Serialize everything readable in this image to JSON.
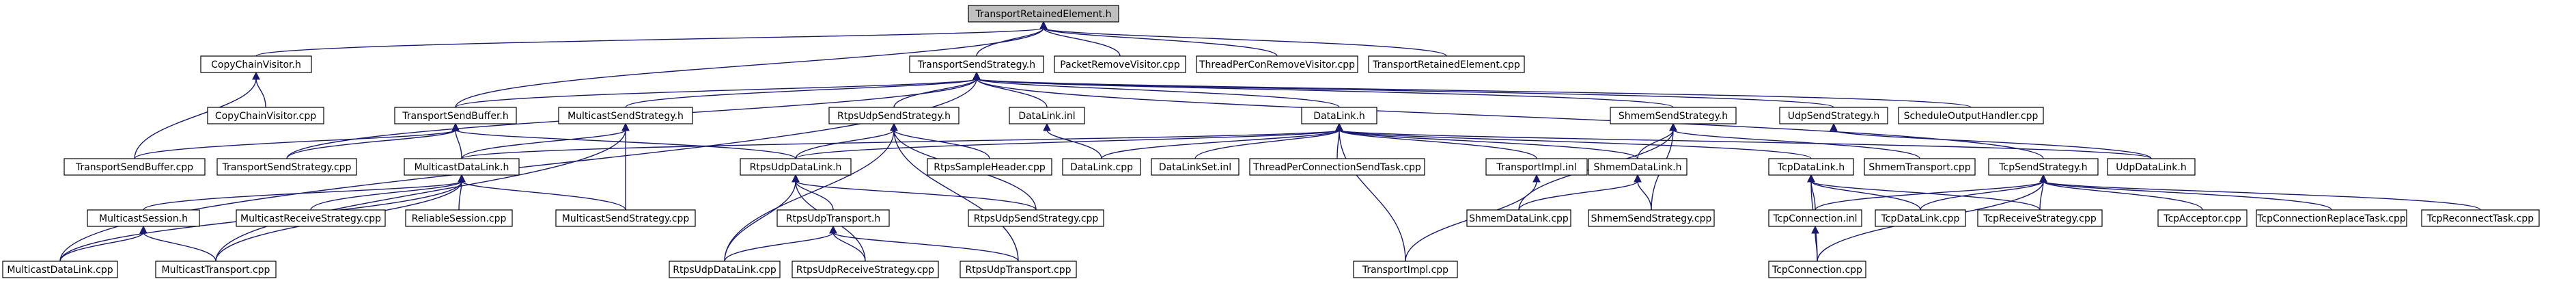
{
  "graph": {
    "root": "TransportRetainedElement.h",
    "colors": {
      "root_fill": "#bfbfbf",
      "node_fill": "#ffffff",
      "node_border": "#000000",
      "missing_border": "#ff0000",
      "edge": "#191970",
      "text": "#000000"
    },
    "nodes": [
      {
        "id": "TransportRetainedElement_h",
        "label": "TransportRetainedElement.h",
        "style": "root"
      },
      {
        "id": "CopyChainVisitor_h",
        "label": "CopyChainVisitor.h",
        "style": "normal"
      },
      {
        "id": "TransportSendStrategy_h",
        "label": "TransportSendStrategy.h",
        "style": "normal"
      },
      {
        "id": "PacketRemoveVisitor_cpp",
        "label": "PacketRemoveVisitor.cpp",
        "style": "normal"
      },
      {
        "id": "ThreadPerConRemoveVisitor_cpp",
        "label": "ThreadPerConRemoveVisitor.cpp",
        "style": "normal"
      },
      {
        "id": "TransportRetainedElement_cpp",
        "label": "TransportRetainedElement.cpp",
        "style": "normal"
      },
      {
        "id": "CopyChainVisitor_cpp",
        "label": "CopyChainVisitor.cpp",
        "style": "normal"
      },
      {
        "id": "TransportSendBuffer_h",
        "label": "TransportSendBuffer.h",
        "style": "normal"
      },
      {
        "id": "MulticastSendStrategy_h",
        "label": "MulticastSendStrategy.h",
        "style": "normal"
      },
      {
        "id": "RtpsUdpSendStrategy_h",
        "label": "RtpsUdpSendStrategy.h",
        "style": "normal"
      },
      {
        "id": "DataLink_inl",
        "label": "DataLink.inl",
        "style": "normal"
      },
      {
        "id": "DataLink_h",
        "label": "DataLink.h",
        "style": "normal"
      },
      {
        "id": "ShmemSendStrategy_h",
        "label": "ShmemSendStrategy.h",
        "style": "normal"
      },
      {
        "id": "UdpSendStrategy_h",
        "label": "UdpSendStrategy.h",
        "style": "missing"
      },
      {
        "id": "ScheduleOutputHandler_cpp",
        "label": "ScheduleOutputHandler.cpp",
        "style": "normal"
      },
      {
        "id": "TransportSendBuffer_cpp",
        "label": "TransportSendBuffer.cpp",
        "style": "normal"
      },
      {
        "id": "TransportSendStrategy_cpp",
        "label": "TransportSendStrategy.cpp",
        "style": "normal"
      },
      {
        "id": "MulticastDataLink_h",
        "label": "MulticastDataLink.h",
        "style": "normal"
      },
      {
        "id": "RtpsUdpDataLink_h",
        "label": "RtpsUdpDataLink.h",
        "style": "normal"
      },
      {
        "id": "RtpsSampleHeader_cpp",
        "label": "RtpsSampleHeader.cpp",
        "style": "normal"
      },
      {
        "id": "DataLink_cpp",
        "label": "DataLink.cpp",
        "style": "normal"
      },
      {
        "id": "DataLinkSet_inl",
        "label": "DataLinkSet.inl",
        "style": "missing"
      },
      {
        "id": "ThreadPerConnectionSendTask_cpp",
        "label": "ThreadPerConnectionSendTask.cpp",
        "style": "normal"
      },
      {
        "id": "TransportImpl_inl",
        "label": "TransportImpl.inl",
        "style": "normal"
      },
      {
        "id": "ShmemDataLink_h",
        "label": "ShmemDataLink.h",
        "style": "missing"
      },
      {
        "id": "TcpDataLink_h",
        "label": "TcpDataLink.h",
        "style": "missing"
      },
      {
        "id": "ShmemTransport_cpp",
        "label": "ShmemTransport.cpp",
        "style": "normal"
      },
      {
        "id": "TcpSendStrategy_h",
        "label": "TcpSendStrategy.h",
        "style": "missing"
      },
      {
        "id": "UdpDataLink_h",
        "label": "UdpDataLink.h",
        "style": "missing"
      },
      {
        "id": "MulticastSession_h",
        "label": "MulticastSession.h",
        "style": "missing"
      },
      {
        "id": "MulticastReceiveStrategy_cpp",
        "label": "MulticastReceiveStrategy.cpp",
        "style": "normal"
      },
      {
        "id": "ReliableSession_cpp",
        "label": "ReliableSession.cpp",
        "style": "normal"
      },
      {
        "id": "MulticastSendStrategy_cpp",
        "label": "MulticastSendStrategy.cpp",
        "style": "normal"
      },
      {
        "id": "RtpsUdpTransport_h",
        "label": "RtpsUdpTransport.h",
        "style": "missing"
      },
      {
        "id": "RtpsUdpSendStrategy_cpp",
        "label": "RtpsUdpSendStrategy.cpp",
        "style": "normal"
      },
      {
        "id": "TransportImpl_cpp",
        "label": "TransportImpl.cpp",
        "style": "normal"
      },
      {
        "id": "ShmemDataLink_cpp",
        "label": "ShmemDataLink.cpp",
        "style": "normal"
      },
      {
        "id": "ShmemSendStrategy_cpp",
        "label": "ShmemSendStrategy.cpp",
        "style": "normal"
      },
      {
        "id": "TcpConnection_inl",
        "label": "TcpConnection.inl",
        "style": "normal"
      },
      {
        "id": "TcpDataLink_cpp",
        "label": "TcpDataLink.cpp",
        "style": "normal"
      },
      {
        "id": "TcpReceiveStrategy_cpp",
        "label": "TcpReceiveStrategy.cpp",
        "style": "normal"
      },
      {
        "id": "TcpAcceptor_cpp",
        "label": "TcpAcceptor.cpp",
        "style": "normal"
      },
      {
        "id": "TcpConnectionReplaceTask_cpp",
        "label": "TcpConnectionReplaceTask.cpp",
        "style": "normal"
      },
      {
        "id": "TcpReconnectTask_cpp",
        "label": "TcpReconnectTask.cpp",
        "style": "normal"
      },
      {
        "id": "MulticastDataLink_cpp",
        "label": "MulticastDataLink.cpp",
        "style": "normal"
      },
      {
        "id": "MulticastTransport_cpp",
        "label": "MulticastTransport.cpp",
        "style": "normal"
      },
      {
        "id": "RtpsUdpDataLink_cpp",
        "label": "RtpsUdpDataLink.cpp",
        "style": "normal"
      },
      {
        "id": "RtpsUdpReceiveStrategy_cpp",
        "label": "RtpsUdpReceiveStrategy.cpp",
        "style": "normal"
      },
      {
        "id": "RtpsUdpTransport_cpp",
        "label": "RtpsUdpTransport.cpp",
        "style": "normal"
      },
      {
        "id": "TcpConnection_cpp",
        "label": "TcpConnection.cpp",
        "style": "normal"
      }
    ],
    "edges": [
      [
        "CopyChainVisitor_h",
        "TransportRetainedElement_h"
      ],
      [
        "TransportSendStrategy_h",
        "TransportRetainedElement_h"
      ],
      [
        "PacketRemoveVisitor_cpp",
        "TransportRetainedElement_h"
      ],
      [
        "ThreadPerConRemoveVisitor_cpp",
        "TransportRetainedElement_h"
      ],
      [
        "TransportRetainedElement_cpp",
        "TransportRetainedElement_h"
      ],
      [
        "TransportSendBuffer_h",
        "TransportRetainedElement_h"
      ],
      [
        "CopyChainVisitor_cpp",
        "CopyChainVisitor_h"
      ],
      [
        "TransportSendBuffer_cpp",
        "CopyChainVisitor_h"
      ],
      [
        "TransportSendBuffer_h",
        "TransportSendStrategy_h"
      ],
      [
        "MulticastSendStrategy_h",
        "TransportSendStrategy_h"
      ],
      [
        "RtpsUdpSendStrategy_h",
        "TransportSendStrategy_h"
      ],
      [
        "DataLink_inl",
        "TransportSendStrategy_h"
      ],
      [
        "DataLink_h",
        "TransportSendStrategy_h"
      ],
      [
        "ShmemSendStrategy_h",
        "TransportSendStrategy_h"
      ],
      [
        "UdpSendStrategy_h",
        "TransportSendStrategy_h"
      ],
      [
        "ScheduleOutputHandler_cpp",
        "TransportSendStrategy_h"
      ],
      [
        "TransportSendStrategy_cpp",
        "TransportSendStrategy_h"
      ],
      [
        "TcpSendStrategy_h",
        "TransportSendStrategy_h"
      ],
      [
        "MulticastDataLink_cpp",
        "TransportSendStrategy_h"
      ],
      [
        "TransportSendBuffer_cpp",
        "TransportSendBuffer_h"
      ],
      [
        "TransportSendStrategy_cpp",
        "TransportSendBuffer_h"
      ],
      [
        "MulticastDataLink_h",
        "TransportSendBuffer_h"
      ],
      [
        "RtpsUdpDataLink_h",
        "TransportSendBuffer_h"
      ],
      [
        "MulticastDataLink_h",
        "MulticastSendStrategy_h"
      ],
      [
        "MulticastSendStrategy_cpp",
        "MulticastSendStrategy_h"
      ],
      [
        "MulticastTransport_cpp",
        "MulticastSendStrategy_h"
      ],
      [
        "RtpsUdpDataLink_h",
        "RtpsUdpSendStrategy_h"
      ],
      [
        "RtpsSampleHeader_cpp",
        "RtpsUdpSendStrategy_h"
      ],
      [
        "RtpsUdpSendStrategy_cpp",
        "RtpsUdpSendStrategy_h"
      ],
      [
        "RtpsUdpTransport_cpp",
        "RtpsUdpSendStrategy_h"
      ],
      [
        "RtpsUdpDataLink_cpp",
        "RtpsUdpSendStrategy_h"
      ],
      [
        "DataLink_cpp",
        "DataLink_inl"
      ],
      [
        "MulticastDataLink_h",
        "DataLink_h"
      ],
      [
        "RtpsUdpDataLink_h",
        "DataLink_h"
      ],
      [
        "DataLink_cpp",
        "DataLink_h"
      ],
      [
        "DataLinkSet_inl",
        "DataLink_h"
      ],
      [
        "ThreadPerConnectionSendTask_cpp",
        "DataLink_h"
      ],
      [
        "TransportImpl_inl",
        "DataLink_h"
      ],
      [
        "ShmemDataLink_h",
        "DataLink_h"
      ],
      [
        "TcpDataLink_h",
        "DataLink_h"
      ],
      [
        "UdpDataLink_h",
        "DataLink_h"
      ],
      [
        "TransportImpl_cpp",
        "DataLink_h"
      ],
      [
        "ShmemDataLink_h",
        "ShmemSendStrategy_h"
      ],
      [
        "ShmemDataLink_cpp",
        "ShmemSendStrategy_h"
      ],
      [
        "ShmemSendStrategy_cpp",
        "ShmemSendStrategy_h"
      ],
      [
        "ShmemTransport_cpp",
        "ShmemSendStrategy_h"
      ],
      [
        "UdpDataLink_h",
        "UdpSendStrategy_h"
      ],
      [
        "MulticastSession_h",
        "MulticastDataLink_h"
      ],
      [
        "MulticastReceiveStrategy_cpp",
        "MulticastDataLink_h"
      ],
      [
        "ReliableSession_cpp",
        "MulticastDataLink_h"
      ],
      [
        "MulticastSendStrategy_cpp",
        "MulticastDataLink_h"
      ],
      [
        "MulticastDataLink_cpp",
        "MulticastDataLink_h"
      ],
      [
        "MulticastTransport_cpp",
        "MulticastDataLink_h"
      ],
      [
        "MulticastDataLink_cpp",
        "MulticastSession_h"
      ],
      [
        "MulticastTransport_cpp",
        "MulticastSession_h"
      ],
      [
        "RtpsUdpTransport_h",
        "RtpsUdpDataLink_h"
      ],
      [
        "RtpsUdpSendStrategy_cpp",
        "RtpsUdpDataLink_h"
      ],
      [
        "RtpsUdpDataLink_cpp",
        "RtpsUdpDataLink_h"
      ],
      [
        "RtpsUdpReceiveStrategy_cpp",
        "RtpsUdpDataLink_h"
      ],
      [
        "RtpsUdpDataLink_cpp",
        "RtpsUdpTransport_h"
      ],
      [
        "RtpsUdpReceiveStrategy_cpp",
        "RtpsUdpTransport_h"
      ],
      [
        "RtpsUdpTransport_cpp",
        "RtpsUdpTransport_h"
      ],
      [
        "TransportImpl_cpp",
        "TransportImpl_inl"
      ],
      [
        "ShmemDataLink_cpp",
        "ShmemDataLink_h"
      ],
      [
        "ShmemSendStrategy_cpp",
        "ShmemDataLink_h"
      ],
      [
        "TcpConnection_inl",
        "TcpDataLink_h"
      ],
      [
        "TcpDataLink_cpp",
        "TcpDataLink_h"
      ],
      [
        "TcpReceiveStrategy_cpp",
        "TcpDataLink_h"
      ],
      [
        "TcpConnection_cpp",
        "TcpDataLink_h"
      ],
      [
        "TcpConnection_inl",
        "TcpSendStrategy_h"
      ],
      [
        "TcpDataLink_cpp",
        "TcpSendStrategy_h"
      ],
      [
        "TcpReceiveStrategy_cpp",
        "TcpSendStrategy_h"
      ],
      [
        "TcpAcceptor_cpp",
        "TcpSendStrategy_h"
      ],
      [
        "TcpConnectionReplaceTask_cpp",
        "TcpSendStrategy_h"
      ],
      [
        "TcpReconnectTask_cpp",
        "TcpSendStrategy_h"
      ],
      [
        "TcpConnection_cpp",
        "TcpSendStrategy_h"
      ],
      [
        "TcpConnection_cpp",
        "TcpConnection_inl"
      ]
    ]
  }
}
